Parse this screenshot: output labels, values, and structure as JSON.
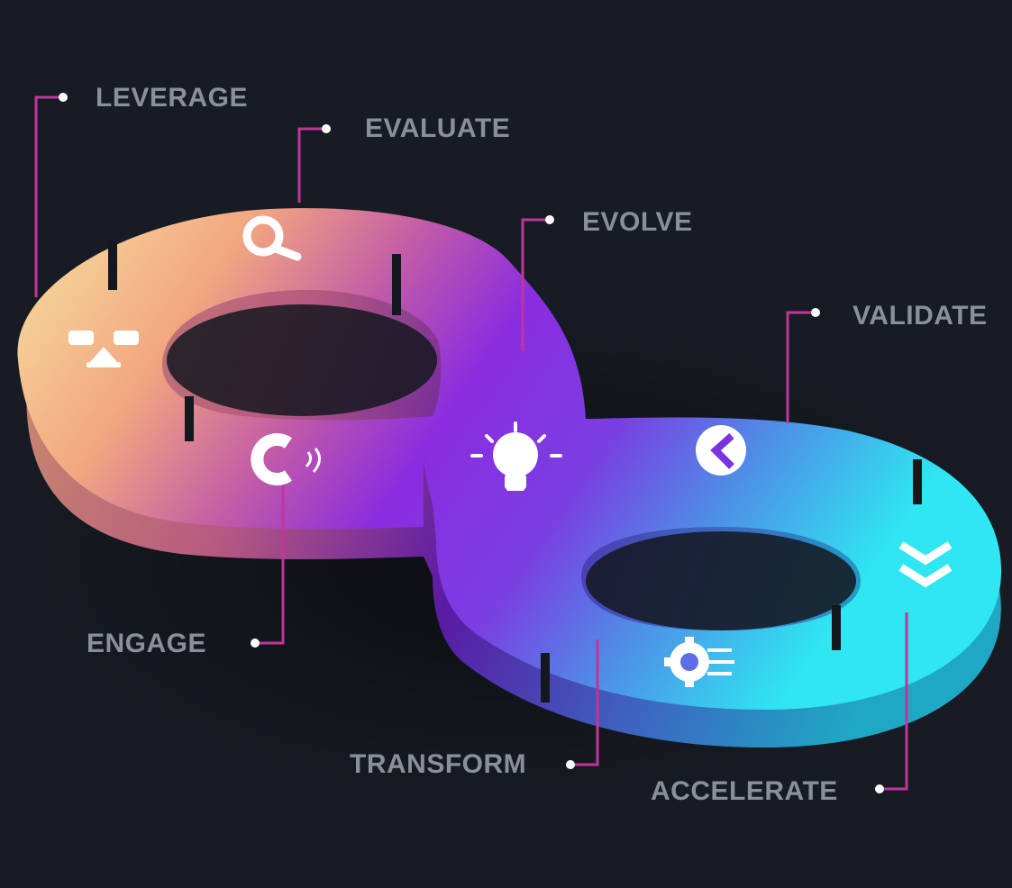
{
  "labels": {
    "leverage": "LEVERAGE",
    "evaluate": "EVALUATE",
    "evolve": "EVOLVE",
    "validate": "VALIDATE",
    "engage": "ENGAGE",
    "transform": "TRANSFORM",
    "accelerate": "ACCELERATE"
  },
  "colors": {
    "background": "#171b23",
    "label_text": "#8a8f9c",
    "leader_line": "#c0359a",
    "gradient_warm_start": "#f4dd9a",
    "gradient_warm_mid": "#f09a7e",
    "gradient_purple": "#8a2ce0",
    "gradient_cool_end": "#2fe6f2"
  },
  "icons": {
    "leverage": "balance-scale-icon",
    "evaluate": "magnifier-icon",
    "evolve": "lightbulb-icon",
    "validate": "check-badge-icon",
    "engage": "magnet-icon",
    "transform": "gear-circuit-icon",
    "accelerate": "double-chevron-down-icon"
  }
}
